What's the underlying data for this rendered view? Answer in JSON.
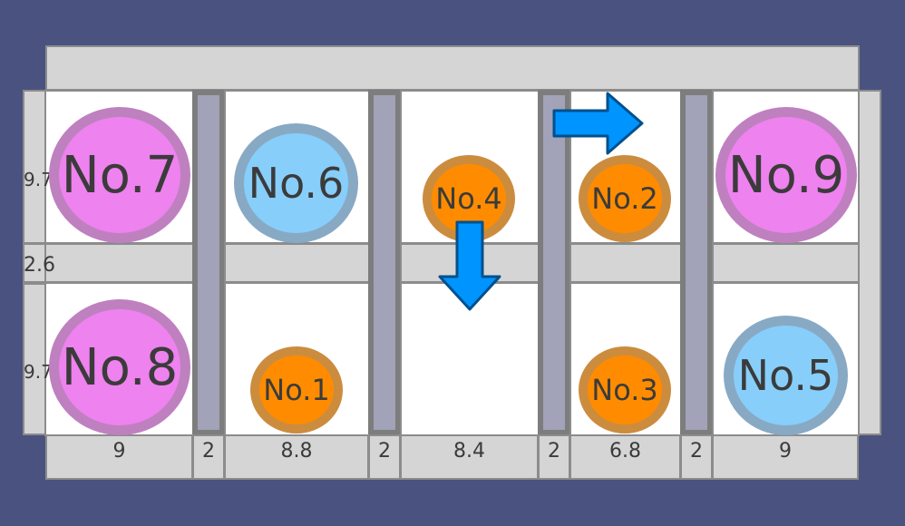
{
  "colors": {
    "background": "#4a5280",
    "large_circle": "#ee82ee",
    "medium_circle": "#87cefa",
    "small_circle": "#ff8c00",
    "arrow": "#0094ff"
  },
  "widths": [
    "9",
    "2",
    "8.8",
    "2",
    "8.4",
    "2",
    "6.8",
    "2",
    "9"
  ],
  "heights": {
    "top_row": "9.7",
    "middle_aisle": "2.6",
    "bottom_row": "9.7"
  },
  "circles": {
    "no7": "No.7",
    "no6": "No.6",
    "no4": "No.4",
    "no2": "No.2",
    "no9": "No.9",
    "no8": "No.8",
    "no1": "No.1",
    "no3": "No.3",
    "no5": "No.5"
  },
  "arrows": {
    "right_arrow_icon": "arrow-right-icon",
    "down_arrow_icon": "arrow-down-icon"
  }
}
